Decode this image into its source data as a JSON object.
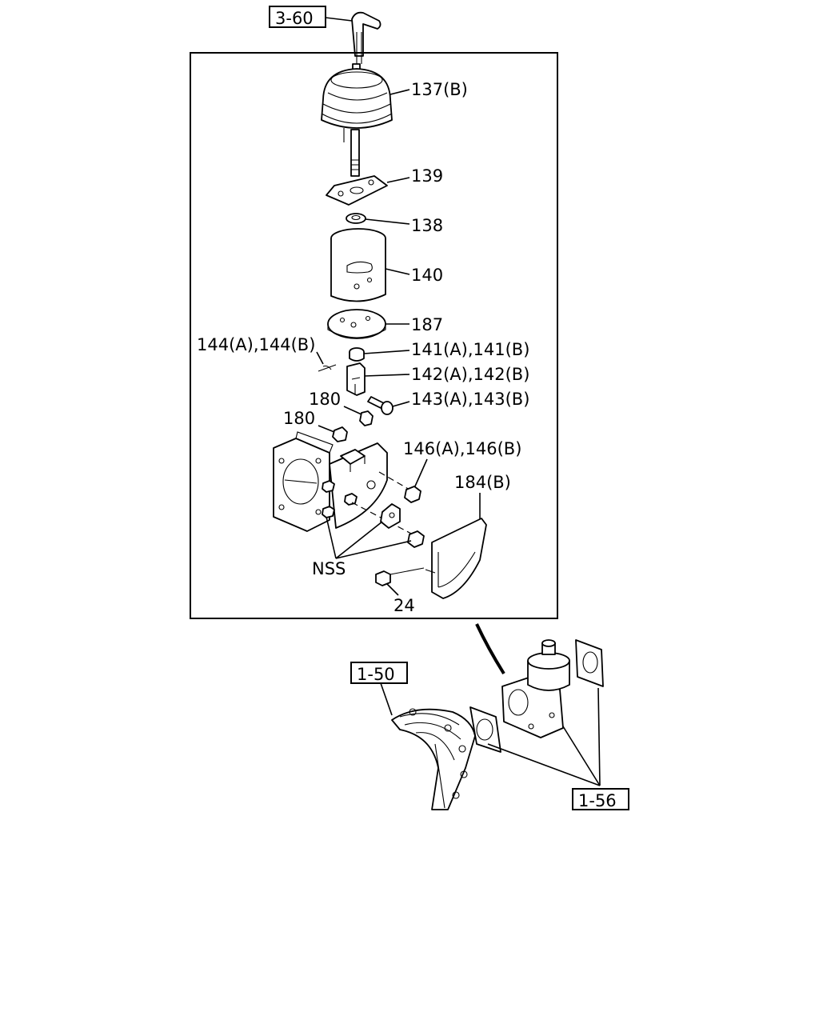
{
  "refs": {
    "r360": "3-60",
    "r150": "1-50",
    "r156": "1-56"
  },
  "labels": {
    "p137": "137(B)",
    "p139": "139",
    "p138": "138",
    "p140": "140",
    "p187": "187",
    "p144": "144(A),144(B)",
    "p141": "141(A),141(B)",
    "p142": "142(A),142(B)",
    "p143": "143(A),143(B)",
    "p180a": "180",
    "p180b": "180",
    "p146": "146(A),146(B)",
    "p184": "184(B)",
    "nss": "NSS",
    "p24": "24"
  }
}
